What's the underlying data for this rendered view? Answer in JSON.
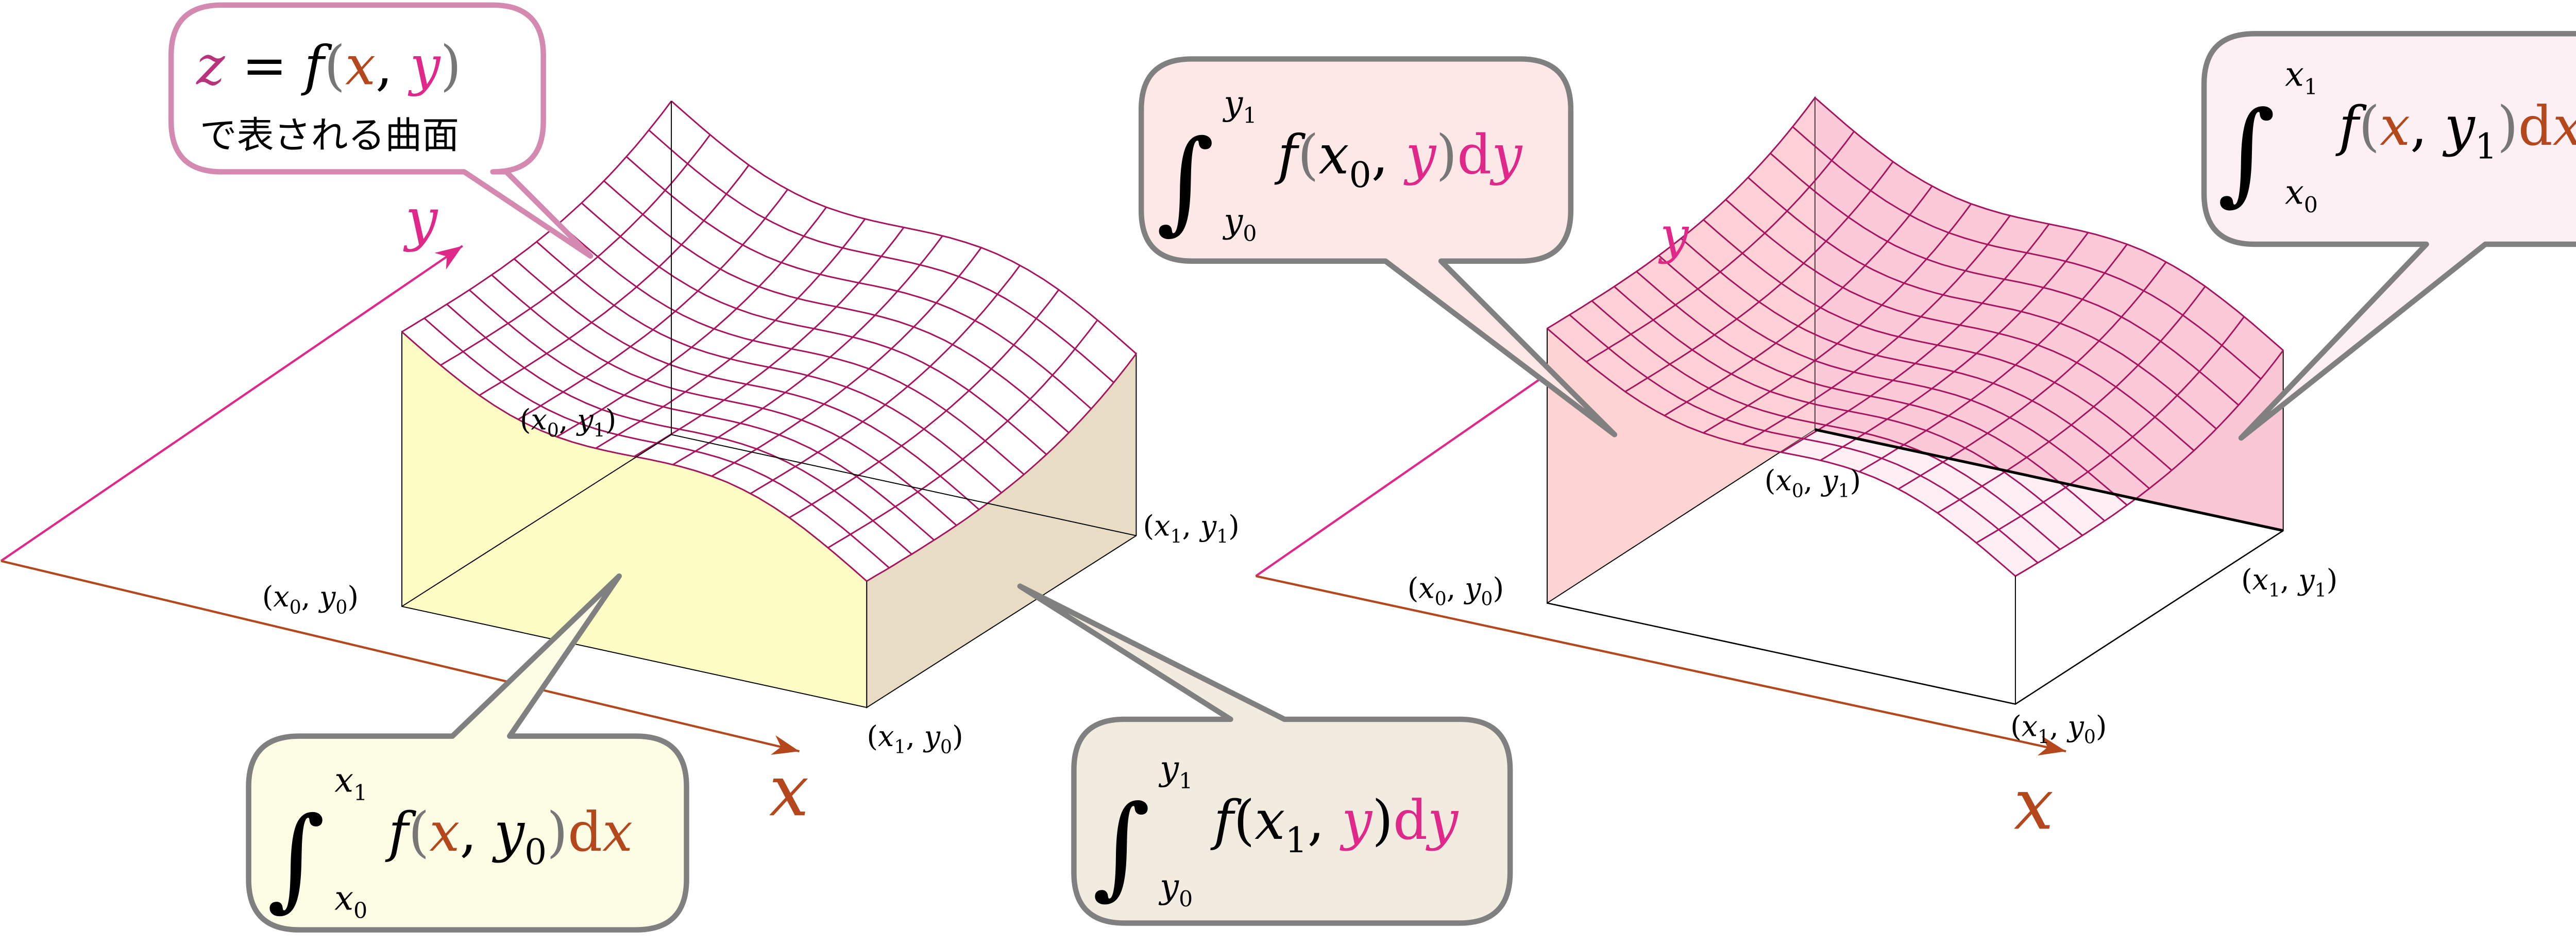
{
  "colors": {
    "x": "#b5471c",
    "y": "#e0288a",
    "z": "#b8337a",
    "paren": "#777777",
    "grid": "#a8135e",
    "front_face": "#fdfcc4",
    "right_face": "#e9dcc4",
    "left_face_right_fig": "#fdd3d3",
    "back_face_right_fig": "#f9c6d6",
    "bubble_pink_stroke": "#d48ab0",
    "bubble_gray_stroke": "#808080"
  },
  "axes": {
    "x": "x",
    "y": "y"
  },
  "surface_callout": {
    "formula": [
      {
        "t": "z",
        "c": "z"
      },
      {
        "t": " = ",
        "up": true
      },
      {
        "t": " f"
      },
      {
        "t": "(",
        "c": "paren",
        "up": true
      },
      {
        "t": "x",
        "c": "x"
      },
      {
        "t": ", ",
        "up": true
      },
      {
        "t": "y",
        "c": "y"
      },
      {
        "t": ")",
        "c": "paren",
        "up": true
      }
    ],
    "caption": "で表される曲面"
  },
  "integrals": {
    "front": {
      "sign": "∫",
      "upper": [
        {
          "t": "x"
        },
        {
          "t": "1",
          "sub": true,
          "up": true
        }
      ],
      "lower": [
        {
          "t": "x"
        },
        {
          "t": "0",
          "sub": true,
          "up": true
        }
      ],
      "body": [
        {
          "t": "f"
        },
        {
          "t": "(",
          "c": "paren",
          "up": true
        },
        {
          "t": "x",
          "c": "x"
        },
        {
          "t": ", ",
          "up": true
        },
        {
          "t": "y"
        },
        {
          "t": "0",
          "sub": true,
          "up": true
        },
        {
          "t": ")",
          "c": "paren",
          "up": true
        },
        {
          "t": "d",
          "c": "x",
          "up": true
        },
        {
          "t": "x",
          "c": "x"
        }
      ]
    },
    "right": {
      "sign": "∫",
      "upper": [
        {
          "t": "y"
        },
        {
          "t": "1",
          "sub": true,
          "up": true
        }
      ],
      "lower": [
        {
          "t": "y"
        },
        {
          "t": "0",
          "sub": true,
          "up": true
        }
      ],
      "body": [
        {
          "t": "f"
        },
        {
          "t": "(",
          "up": true
        },
        {
          "t": "x"
        },
        {
          "t": "1",
          "sub": true,
          "up": true
        },
        {
          "t": ", ",
          "up": true
        },
        {
          "t": "y",
          "c": "y"
        },
        {
          "t": ")",
          "up": true
        },
        {
          "t": "d",
          "c": "y",
          "up": true
        },
        {
          "t": "y",
          "c": "y"
        }
      ]
    },
    "left_face": {
      "sign": "∫",
      "upper": [
        {
          "t": "y"
        },
        {
          "t": "1",
          "sub": true,
          "up": true
        }
      ],
      "lower": [
        {
          "t": "y"
        },
        {
          "t": "0",
          "sub": true,
          "up": true
        }
      ],
      "body": [
        {
          "t": "f"
        },
        {
          "t": "(",
          "c": "paren",
          "up": true
        },
        {
          "t": "x"
        },
        {
          "t": "0",
          "sub": true,
          "up": true
        },
        {
          "t": ", ",
          "up": true
        },
        {
          "t": "y",
          "c": "y"
        },
        {
          "t": ")",
          "c": "paren",
          "up": true
        },
        {
          "t": "d",
          "c": "y",
          "up": true
        },
        {
          "t": "y",
          "c": "y"
        }
      ]
    },
    "back_face": {
      "sign": "∫",
      "upper": [
        {
          "t": "x"
        },
        {
          "t": "1",
          "sub": true,
          "up": true
        }
      ],
      "lower": [
        {
          "t": "x"
        },
        {
          "t": "0",
          "sub": true,
          "up": true
        }
      ],
      "body": [
        {
          "t": "f"
        },
        {
          "t": "(",
          "c": "paren",
          "up": true
        },
        {
          "t": "x",
          "c": "x"
        },
        {
          "t": ", ",
          "up": true
        },
        {
          "t": "y"
        },
        {
          "t": "1",
          "sub": true,
          "up": true
        },
        {
          "t": ")",
          "c": "paren",
          "up": true
        },
        {
          "t": "d",
          "c": "x",
          "up": true
        },
        {
          "t": "x",
          "c": "x"
        }
      ]
    }
  },
  "point_labels": {
    "x0y0": [
      {
        "t": "(",
        "up": true
      },
      {
        "t": "x"
      },
      {
        "t": "0",
        "sub": true,
        "up": true
      },
      {
        "t": ", ",
        "up": true
      },
      {
        "t": "y"
      },
      {
        "t": "0",
        "sub": true,
        "up": true
      },
      {
        "t": ")",
        "up": true
      }
    ],
    "x1y0": [
      {
        "t": "(",
        "up": true
      },
      {
        "t": "x"
      },
      {
        "t": "1",
        "sub": true,
        "up": true
      },
      {
        "t": ", ",
        "up": true
      },
      {
        "t": "y"
      },
      {
        "t": "0",
        "sub": true,
        "up": true
      },
      {
        "t": ")",
        "up": true
      }
    ],
    "x1y1": [
      {
        "t": "(",
        "up": true
      },
      {
        "t": "x"
      },
      {
        "t": "1",
        "sub": true,
        "up": true
      },
      {
        "t": ", ",
        "up": true
      },
      {
        "t": "y"
      },
      {
        "t": "1",
        "sub": true,
        "up": true
      },
      {
        "t": ")",
        "up": true
      }
    ],
    "x0y1": [
      {
        "t": "(",
        "up": true
      },
      {
        "t": "x"
      },
      {
        "t": "0",
        "sub": true,
        "up": true
      },
      {
        "t": ", ",
        "up": true
      },
      {
        "t": "y"
      },
      {
        "t": "1",
        "sub": true,
        "up": true
      },
      {
        "t": ")",
        "up": true
      }
    ]
  }
}
